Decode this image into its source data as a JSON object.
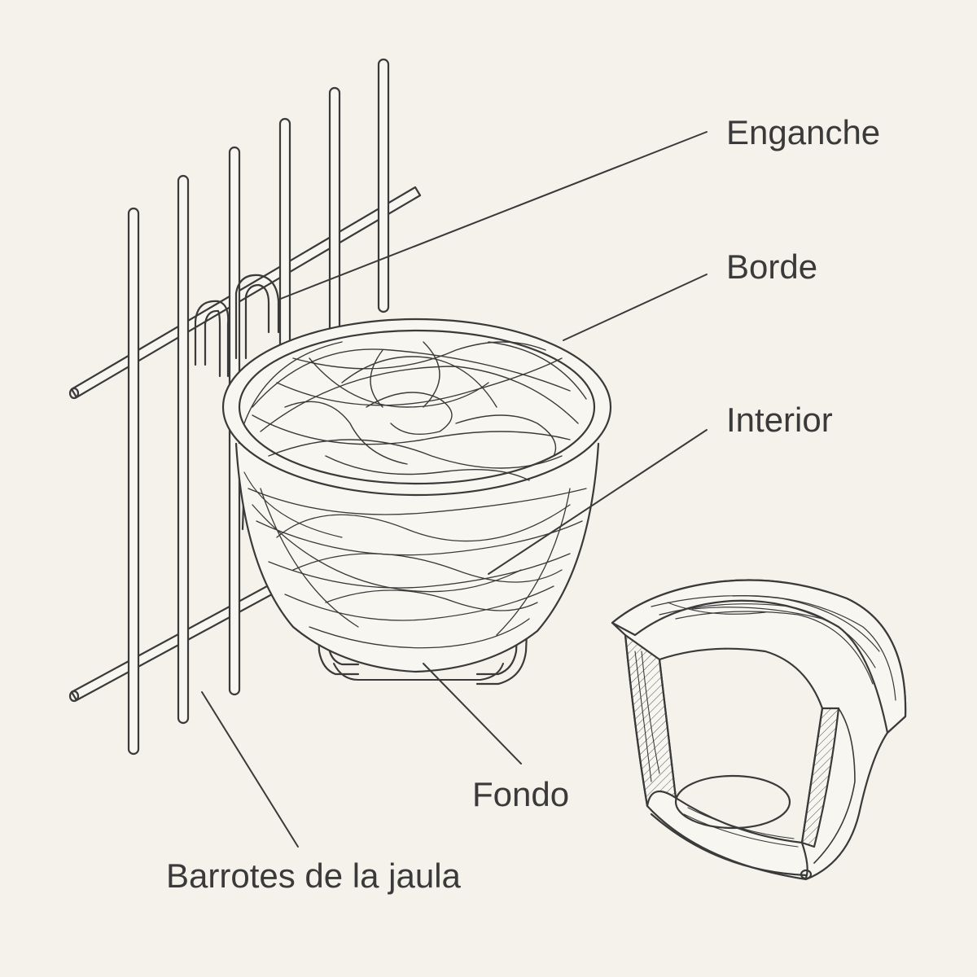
{
  "labels": {
    "hook": "Enganche",
    "rim": "Borde",
    "interior": "Interior",
    "bottom": "Fondo",
    "cage_bars": "Barrotes de la jaula"
  },
  "colors": {
    "background": "#f5f2eb",
    "line": "#3a3a3a",
    "fill": "#f8f6f0"
  }
}
